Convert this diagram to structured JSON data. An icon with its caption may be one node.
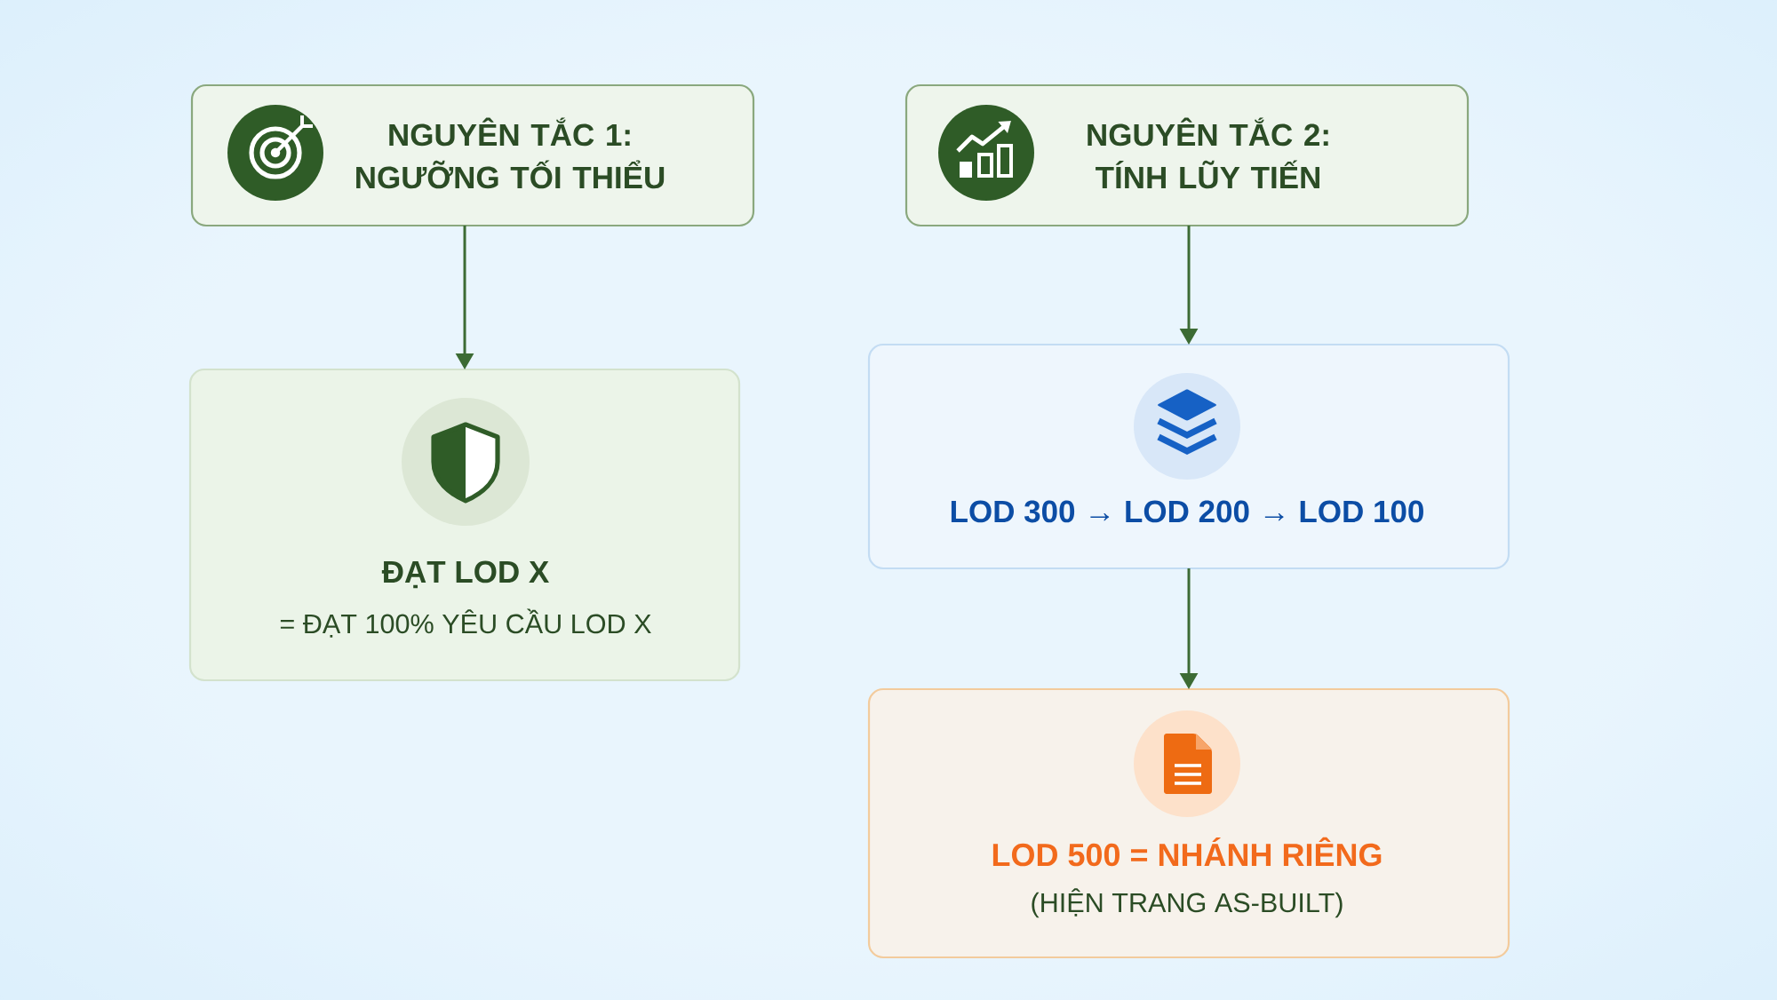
{
  "diagram": {
    "nodes": [
      {
        "text": [
          "NGUYÊN TẮC 1: NGƯỠNG TỐI THIỂU"
        ]
      },
      {
        "text": [
          "NGUYÊN TẮC 2: TÍNH LŨY TIẾN"
        ]
      },
      {
        "text": [
          "ĐẠT LOD X",
          "= ĐẠT 100% YÊU CẦU LOD X"
        ]
      },
      {
        "text": [
          "LOD 300 → LOD 200 → LOD 100"
        ]
      },
      {
        "text": [
          "LOD 500 = NHÁNH RIÊNG",
          "(HIỆN TRANG AS-BUILT)"
        ]
      }
    ],
    "edges": [
      {
        "from": 0,
        "to": 2,
        "arrow": "to"
      },
      {
        "from": 1,
        "to": 3,
        "arrow": "to"
      },
      {
        "from": 3,
        "to": 4,
        "arrow": "to"
      }
    ]
  }
}
